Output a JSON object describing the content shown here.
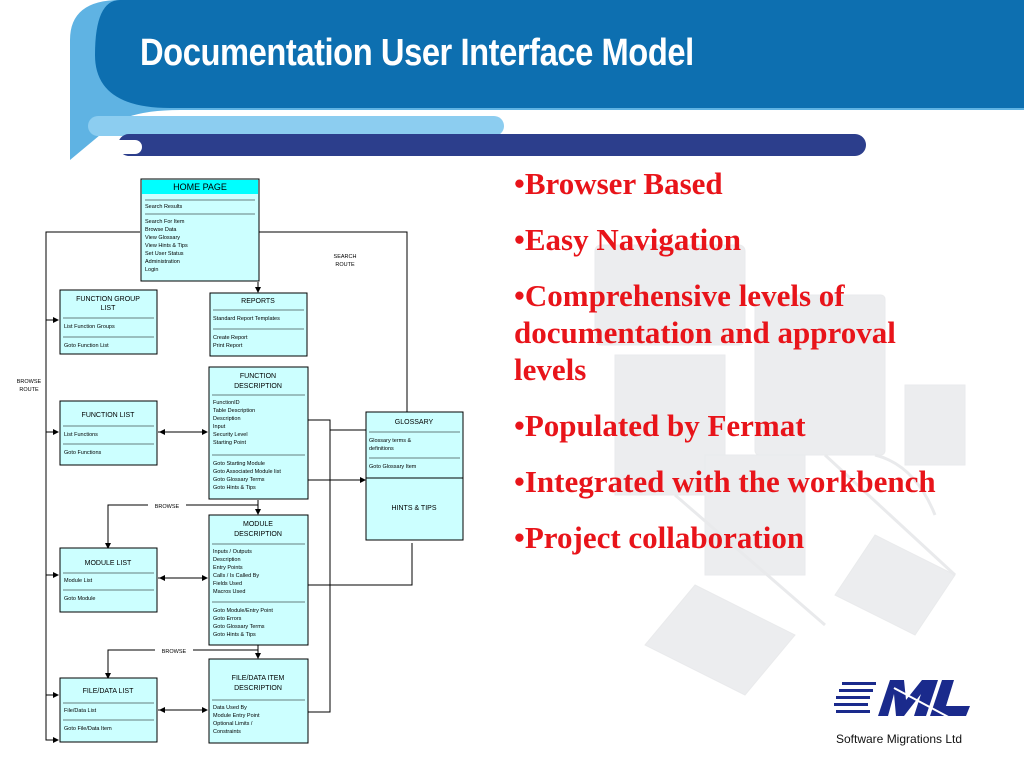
{
  "slide": {
    "title": "Documentation User Interface Model",
    "bullets": [
      "Browser Based",
      "Easy Navigation",
      "Comprehensive levels of documentation and approval levels",
      "Populated by Fermat",
      "Integrated with the workbench",
      "Project collaboration"
    ],
    "company": "Software Migrations Ltd",
    "colors": {
      "header_light": "#5fb3e3",
      "header_dark": "#0d6fb0",
      "bar_navy": "#2c3e8c",
      "bullet_text": "#e8141a",
      "box_fill": "#ccffff"
    }
  },
  "diagram": {
    "home": {
      "title": "HOME PAGE",
      "items1": [
        "Search Results"
      ],
      "items2": [
        "Search For Item",
        "Browse Data",
        "View Glossary",
        "View Hints & Tips",
        "Set User Status",
        "Administration",
        "Login"
      ]
    },
    "function_group": {
      "title1": "FUNCTION GROUP",
      "title2": "LIST",
      "item1": "List Function Groups",
      "item2": "Goto Function List"
    },
    "reports": {
      "title": "REPORTS",
      "item1": "Standard Report Templates",
      "item2": "Create Report",
      "item3": "Print Report"
    },
    "function_desc": {
      "title1": "FUNCTION",
      "title2": "DESCRIPTION",
      "items1": [
        "FunctionID",
        "Table Description",
        "Description",
        "Input",
        "Security Level",
        "Starting Point"
      ],
      "items2": [
        "Goto Starting Module",
        "Goto Associated Module list",
        "Goto Glossary Terms",
        "Goto Hints & Tips"
      ]
    },
    "function_list": {
      "title": "FUNCTION LIST",
      "item1": "List Functions",
      "item2": "Goto Functions"
    },
    "glossary": {
      "title": "GLOSSARY",
      "item1a": "Glossary terms &",
      "item1b": "definitions",
      "item2": "Goto Glossary Item",
      "hints": "HINTS & TIPS"
    },
    "module_desc": {
      "title1": "MODULE",
      "title2": "DESCRIPTION",
      "items1": [
        "Inputs / Outputs",
        "Description",
        "Entry Points",
        "Calls / Is Called By",
        "Fields Used",
        "Macros Used"
      ],
      "items2": [
        "Goto Module/Entry Point",
        "Goto Errors",
        "Goto Glossary Terms",
        "Goto Hints & Tips"
      ]
    },
    "module_list": {
      "title": "MODULE LIST",
      "item1": "Module List",
      "item2": "Goto Module"
    },
    "filedata_item": {
      "title1": "FILE/DATA ITEM",
      "title2": "DESCRIPTION",
      "items1": [
        "Data Used By",
        "Module Entry Point",
        "Optional Limits /",
        "Constraints"
      ]
    },
    "filedata_list": {
      "title": "FILE/DATA LIST",
      "item1": "File/Data List",
      "item2": "Goto File/Data Item"
    },
    "labels": {
      "search_route1": "SEARCH",
      "search_route2": "ROUTE",
      "browse_route1": "BROWSE",
      "browse_route2": "ROUTE",
      "browse": "BROWSE"
    }
  }
}
